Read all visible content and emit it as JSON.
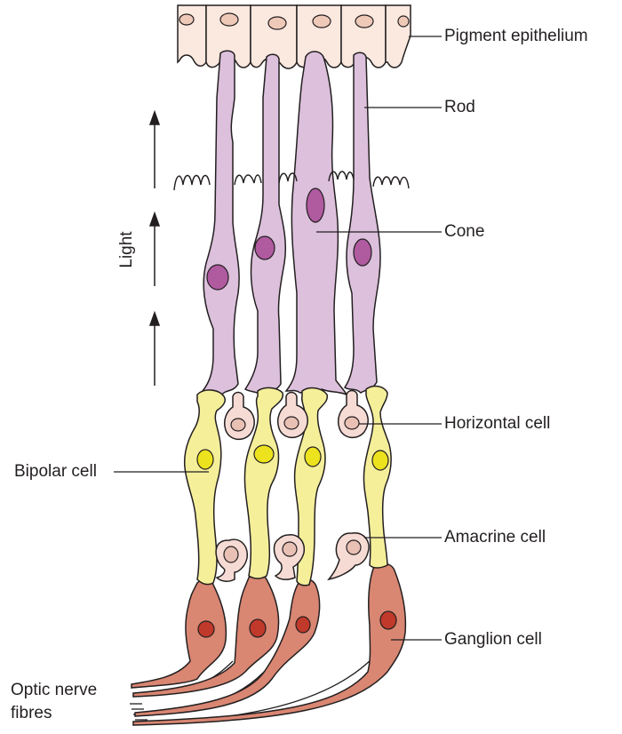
{
  "labels": {
    "pigment_epithelium": "Pigment epithelium",
    "rod": "Rod",
    "cone": "Cone",
    "horizontal_cell": "Horizontal cell",
    "bipolar_cell": "Bipolar cell",
    "amacrine_cell": "Amacrine cell",
    "ganglion_cell": "Ganglion cell",
    "optic_nerve_line1": "Optic nerve",
    "optic_nerve_line2": "fibres",
    "light": "Light"
  },
  "colors": {
    "outline": "#231f20",
    "pigment_fill": "#fbe8df",
    "pigment_nucleus": "#efc9b8",
    "photoreceptor_fill": "#dcc0dc",
    "photoreceptor_nucleus": "#b05aa0",
    "bipolar_fill": "#f5ef9a",
    "bipolar_nucleus": "#ece21e",
    "small_cell_fill": "#f6dbd4",
    "small_cell_nucleus": "#e8c0b4",
    "ganglion_fill": "#d98672",
    "ganglion_nucleus": "#c0392b"
  }
}
